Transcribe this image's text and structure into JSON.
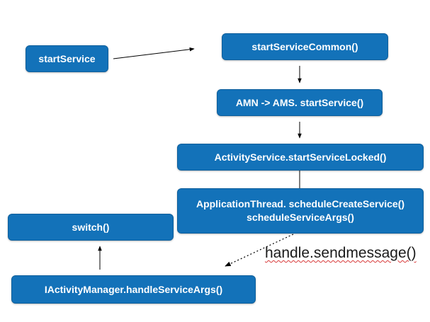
{
  "diagram": {
    "nodes": {
      "start_service": "startService",
      "start_service_common": "startServiceCommon()",
      "amn_ams": "AMN -> AMS. startService()",
      "start_service_locked": "ActivityService.startServiceLocked()",
      "schedule_create_line1": "ApplicationThread. scheduleCreateService()",
      "schedule_create_line2": "scheduleServiceArgs()",
      "switch": "switch()",
      "handle_service_args": "IActivityManager.handleServiceArgs()"
    },
    "annotation": "handle.sendmessage()",
    "colors": {
      "box_fill": "#1372b9",
      "box_text": "#ffffff",
      "arrow": "#000000",
      "annotation_underline": "#d83a3a"
    }
  }
}
